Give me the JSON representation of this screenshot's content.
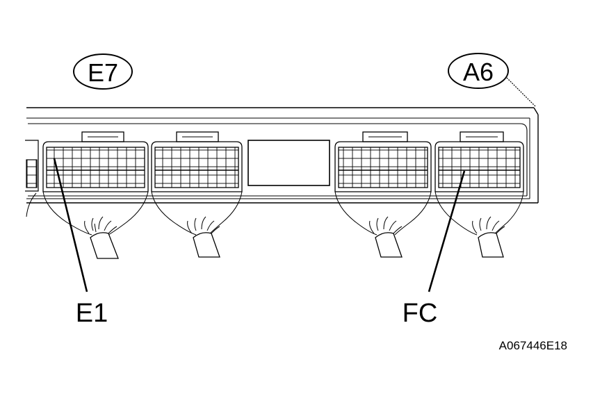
{
  "callouts": {
    "e7": "E7",
    "a6": "A6"
  },
  "terminals": {
    "e1": "E1",
    "fc": "FC"
  },
  "figure_code": "A067446E18",
  "colors": {
    "ink": "#000000",
    "background": "#ffffff"
  }
}
